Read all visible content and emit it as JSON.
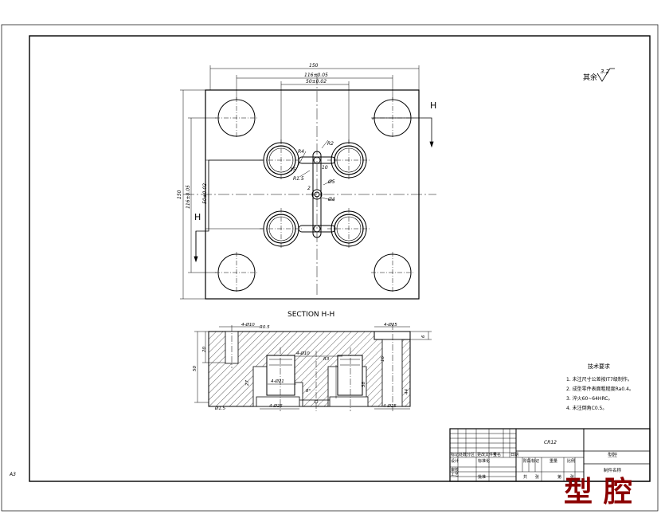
{
  "drawing": {
    "sheet_corner_label": "A3",
    "roughness_note": "其余",
    "roughness_value": "3.2",
    "plan_dims": {
      "overall_width": "150",
      "pin_spacing_x": "116±0.05",
      "cavity_spacing_x": "50±0.02",
      "overall_height": "150",
      "pin_spacing_y": "116±0.05",
      "cavity_spacing_y": "50±0.02"
    },
    "runner_notes": [
      "R4",
      "R2",
      "15",
      "10",
      "R1.5",
      "2",
      "Ø5",
      "Ø4"
    ],
    "section_marker": "H",
    "section_title": "SECTION H-H",
    "section_dims": {
      "pin_holes": "4-Ø10",
      "depth_20": "20",
      "height_50": "50",
      "flange_callout": "4-Ø25",
      "flange_thickness": "6",
      "pocket_callout": "4-Ø10",
      "insert_callout_upper": "4-Ø21",
      "insert_callout_lower": "4-Ø25",
      "base_callout": "4-Ø25",
      "chamfer": "8°",
      "small_note_1": "R3",
      "small_note_2": "16",
      "small_note_3": "27",
      "small_note_4": "44",
      "small_note_5": "38",
      "dia_note": "Ø1.5",
      "r_note": "R0.5"
    },
    "tech_requirements": {
      "title": "技术要求",
      "items": [
        "1. 未注尺寸公差按IT7级制作。",
        "2. 成型零件表面粗糙度Ra0.4。",
        "3. 淬火60~64HRC。",
        "4. 未注倒角C0.5。"
      ]
    },
    "title_block": {
      "material": "CR12",
      "part_name": "型腔",
      "drawing_no": "制件名称",
      "row_labels": [
        "标记",
        "处数",
        "分区",
        "更改文件号",
        "签名",
        "日期"
      ],
      "design_labels": [
        "设计",
        "标准化"
      ],
      "check_labels": [
        "审核",
        "工艺",
        "批准"
      ],
      "stage_labels": [
        "阶段标记",
        "重量",
        "比例"
      ],
      "sheet_labels": [
        "共",
        "张",
        "第",
        "张"
      ]
    },
    "watermark": "型腔"
  }
}
